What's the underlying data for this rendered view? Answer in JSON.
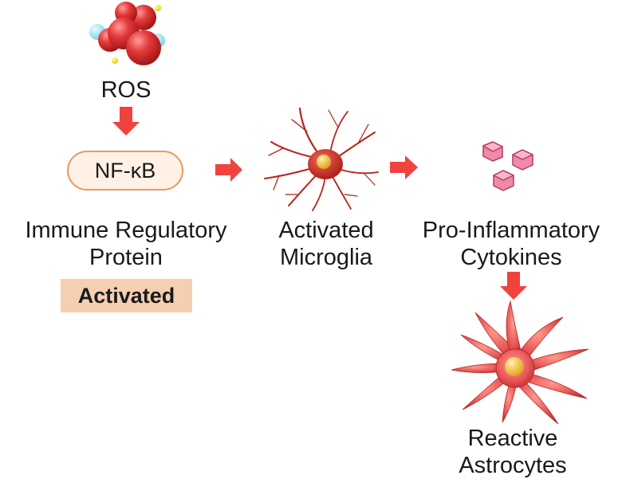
{
  "nodes": {
    "ros": {
      "label": "ROS"
    },
    "nfkb": {
      "label": "NF-κB"
    },
    "immune": {
      "line1": "Immune Regulatory",
      "line2": "Protein",
      "badge": "Activated"
    },
    "microglia": {
      "line1": "Activated",
      "line2": "Microglia"
    },
    "cytokines": {
      "line1": "Pro-Inflammatory",
      "line2": "Cytokines"
    },
    "astrocytes": {
      "line1": "Reactive",
      "line2": "Astrocytes"
    }
  },
  "colors": {
    "arrow": "#f0433e",
    "pill_border": "#e89a5c",
    "pill_fill": "#fff1e6",
    "badge_fill": "#f6cfb2",
    "ros_red": "#e23a3a",
    "ros_blue": "#9fe3f0",
    "ros_yellow": "#f2e200",
    "microglia": "#c7261f",
    "nucleus": "#f5b730",
    "cytokine": "#f08aa8",
    "astrocyte": "#e85656"
  },
  "icons": [
    "ros-molecule-icon",
    "microglia-cell-icon",
    "cytokine-crystals-icon",
    "astrocyte-cell-icon"
  ]
}
